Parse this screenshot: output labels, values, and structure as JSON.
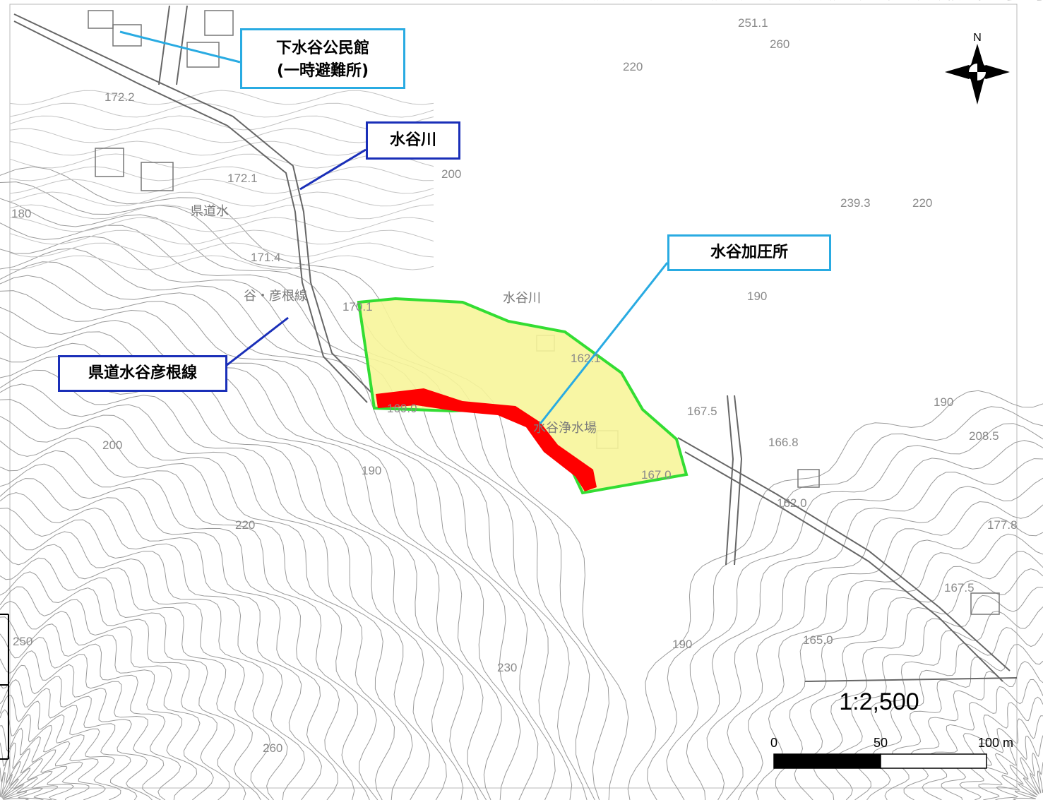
{
  "callouts": {
    "community_hall_line1": "下水谷公民館",
    "community_hall_line2": "(一時避難所)",
    "river": "水谷川",
    "pressure_station": "水谷加圧所",
    "prefectural_road": "県道水谷彦根線"
  },
  "map_labels": {
    "road_a": "県道水",
    "road_b": "谷・彦根線",
    "river_label": "水谷川",
    "facility": "水谷浄水場"
  },
  "elevations": [
    "251.1",
    "260",
    "220",
    "172.2",
    "172.1",
    "200",
    "239.3",
    "220",
    "180",
    "171.4",
    "170.1",
    "190",
    "162.1",
    "167.5",
    "190",
    "208.5",
    "166.8",
    "169.0",
    "200",
    "190",
    "167.0",
    "162.0",
    "177.8",
    "220",
    "167.5",
    "250",
    "190",
    "165.0",
    "230",
    "260"
  ],
  "compass": {
    "north_label": "N"
  },
  "scale": {
    "ratio": "1:2,500",
    "tick_0": "0",
    "tick_50": "50",
    "tick_100": "100 m"
  },
  "colors": {
    "zone_fill": "#f7f59a",
    "zone_border": "#33dd33",
    "danger_zone": "#ff0000",
    "callout_light_border": "#29abe2",
    "callout_dark_border": "#1a2fb8",
    "contour": "#9a9a9a"
  }
}
